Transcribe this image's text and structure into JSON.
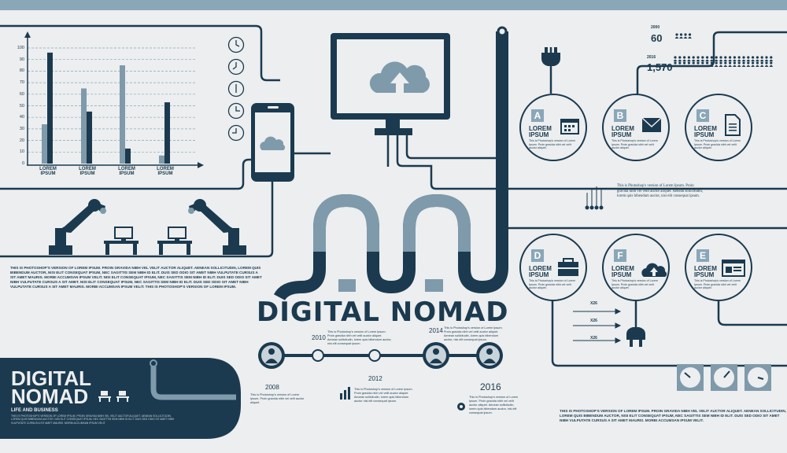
{
  "chart_data": {
    "type": "bar",
    "yticks": [
      "100",
      "90",
      "80",
      "70",
      "60",
      "50",
      "40",
      "30",
      "20",
      "10",
      "0"
    ],
    "categories": [
      "LOREM IPSUM",
      "LOREM IPSUM",
      "LOREM IPSUM",
      "LOREM IPSUM"
    ],
    "series": [
      {
        "values": [
          34,
          65,
          85,
          7
        ]
      },
      {
        "values": [
          96,
          45,
          13,
          53
        ]
      }
    ],
    "ylim": [
      0,
      100
    ],
    "colors": [
      "#7f9aab",
      "#1b3a4f"
    ]
  },
  "chart_labels": {
    "cat1": {
      "line1": "LOREM",
      "line2": "IPSUM"
    },
    "cat2": {
      "line1": "LOREM",
      "line2": "IPSUM"
    },
    "cat3": {
      "line1": "LOREM",
      "line2": "IPSUM"
    },
    "cat4": {
      "line1": "LOREM",
      "line2": "IPSUM"
    }
  },
  "stats": {
    "year_2000": "2000",
    "value_2000": "60",
    "year_2016": "2016",
    "value_2016": "1,570"
  },
  "circles": [
    {
      "letter": "A",
      "title1": "LOREM",
      "title2": "IPSUM",
      "desc": "This is Photoshop's version of Lorem Ipsum. Proin gravida nibh vel velit auctor aliquet."
    },
    {
      "letter": "B",
      "title1": "LOREM",
      "title2": "IPSUM",
      "desc": "This is Photoshop's version of Lorem Ipsum. Proin gravida nibh vel velit auctor aliquet."
    },
    {
      "letter": "C",
      "title1": "LOREM",
      "title2": "IPSUM",
      "desc": "This is Photoshop's version of Lorem Ipsum. Proin gravida nibh vel velit auctor aliquet."
    },
    {
      "letter": "D",
      "title1": "LOREM",
      "title2": "IPSUM",
      "desc": "This is Photoshop's version of Lorem Ipsum. Proin gravida nibh vel velit auctor aliquet."
    },
    {
      "letter": "F",
      "title1": "LOREM",
      "title2": "IPSUM",
      "desc": "This is Photoshop's version of Lorem Ipsum. Proin gravida nibh vel velit auctor aliquet."
    },
    {
      "letter": "E",
      "title1": "LOREM",
      "title2": "IPSUM",
      "desc": "This is Photoshop's version of Lorem Ipsum. Proin gravida nibh vel velit auctor aliquet."
    }
  ],
  "mid_text": "This is Photoshop's version of Lorem Ipsum. Proin gravida nibh vel velit auctor aliquet. Aenean sollicitudin, lorem quis bibendum auctor, nisi elit consequat ipsum.",
  "arrows": [
    "X26",
    "X26",
    "X26"
  ],
  "left_paragraph": "THIS IS PHOTOSHOP'S VERSION OF LOREM IPSUM. PROIN GRAVIDA NIBH VEL VELIT AUCTOR ALIQUET. AENEAN SOLLICITUDIN, LOREM QUIS BIBENDUM AUCTOR, NISI ELIT CONSEQUAT IPSUM, NEC SAGITTIS SEM NIBH ID ELIT. DUIS SED ODIO SIT AMET NIBH VULPUTATE CURSUS A SIT AMET MAURIS. MORBI ACCUMSAN IPSUM VELIT. NISI ELIT CONSEQUAT IPSUM, NEC SAGITTIS SEM NIBH ID ELIT. DUIS SED ODIO SIT AMET NIBH VULPUTATE CURSUS A SIT AMET. NISI ELIT CONSEQUAT IPSUM, NEC SAGITTIS SEM NIBH ID ELIT. DUIS SED ODIO SIT AMET NIBH VULPUTATE CURSUS A SIT AMET MAURIS. MORBI ACCUMSAN IPSUM VELIT. THIS IS PHOTOSHOP'S VERSION OF LOREM IPSUM.",
  "brand": {
    "title": "DIGITAL",
    "title2": "NOMAD",
    "subtitle": "LIFE AND BUSINESS",
    "blurb": "THIS IS PHOTOSHOP'S VERSION OF LOREM IPSUM. PROIN GRAVIDA NIBH VEL VELIT AUCTOR ALIQUET. AENEAN SOLLICITUDIN, LOREM QUIS BIBENDUM AUCTOR, NISI ELIT CONSEQUAT IPSUM, NEC SAGITTIS SEM NIBH ID ELIT. DUIS SED ODIO SIT AMET NIBH VULPUTATE CURSUS A SIT AMET MAURIS. MORBI ACCUMSAN IPSUM VELIT."
  },
  "headline": "DIGITAL NOMAD",
  "timeline": {
    "y2008": "2008",
    "y2010": "2010",
    "y2012": "2012",
    "y2014": "2014",
    "y2016": "2016",
    "note_2008": "This is Photoshop's version of Lorem Ipsum. Proin gravida nibh vel velit auctor aliquet.",
    "note_2010": "This is Photoshop's version of Lorem Ipsum. Proin gravida nibh vel velit auctor aliquet. Aenean sollicitudin, lorem quis bibendum auctor, nisi elit consequat ipsum.",
    "note_2012": "This is Photoshop's version of Lorem Ipsum. Proin gravida nibh vel velit auctor aliquet. Aenean sollicitudin, lorem quis bibendum auctor nisi elit consequat ipsum.",
    "note_2014": "This is Photoshop's version of Lorem Ipsum. Proin gravida nibh vel velit auctor aliquet. Aenean sollicitudin, lorem quis bibendum auctor, nisi elit consequat ipsum.",
    "note_2016": "This is Photoshop's version of Lorem Ipsum. Proin gravida nibh vel velit auctor aliquet. Aenean sollicitudin, lorem quis bibendum auctor, nisi elit consequat ipsum."
  },
  "right_paragraph": "THIS IS PHOTOSHOP'S VERSION OF LOREM IPSUM. PROIN GRAVIDA NIBH VEL VELIT AUCTOR ALIQUET. AENEAN SOLLICITUDIN, LOREM QUIS BIBENDUM AUCTOR, NISI ELIT CONSEQUAT IPSUM, NEC SAGITTIS SEM NIBH ID ELIT. DUIS SED ODIO SIT AMET NIBH VULPUTATE CURSUS A SIT AMET MAURIS. MORBI ACCUMSAN IPSUM VELIT.",
  "colors": {
    "dark": "#1b3a4f",
    "mid": "#7f9aab",
    "light": "#eceeef",
    "accent": "#8aa7b8"
  }
}
